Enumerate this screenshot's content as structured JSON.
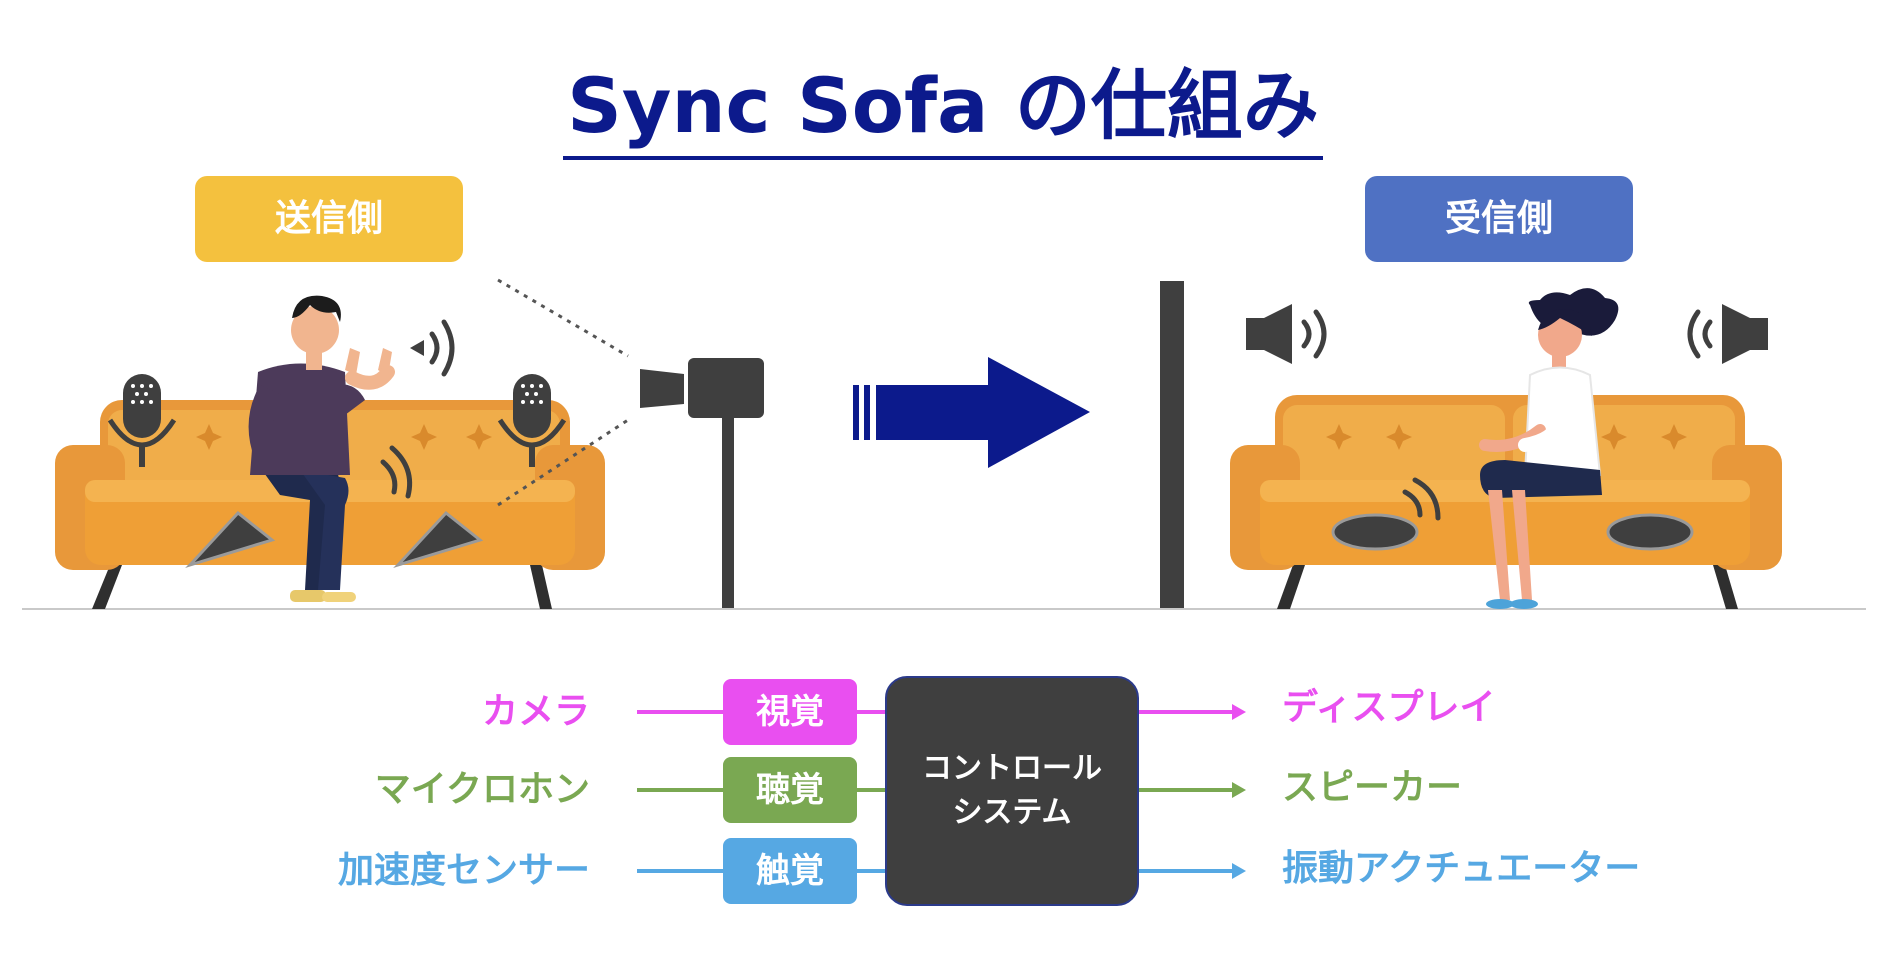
{
  "title": "Sync Sofa の仕組み",
  "sender_label": "送信側",
  "receiver_label": "受信側",
  "inputs": [
    {
      "device": "カメラ",
      "sense": "視覚",
      "output": "ディスプレイ",
      "color": "#e94ff0"
    },
    {
      "device": "マイクロホン",
      "sense": "聴覚",
      "output": "スピーカー",
      "color": "#7aa852"
    },
    {
      "device": "加速度センサー",
      "sense": "触覚",
      "output": "振動アクチュエーター",
      "color": "#56a8e3"
    }
  ],
  "control_system": {
    "line1": "コントロール",
    "line2": "システム"
  },
  "colors": {
    "title": "#0c1a8c",
    "sofa": "#e8983a",
    "dark": "#3f3f3f",
    "arrow": "#0c1a8c"
  }
}
